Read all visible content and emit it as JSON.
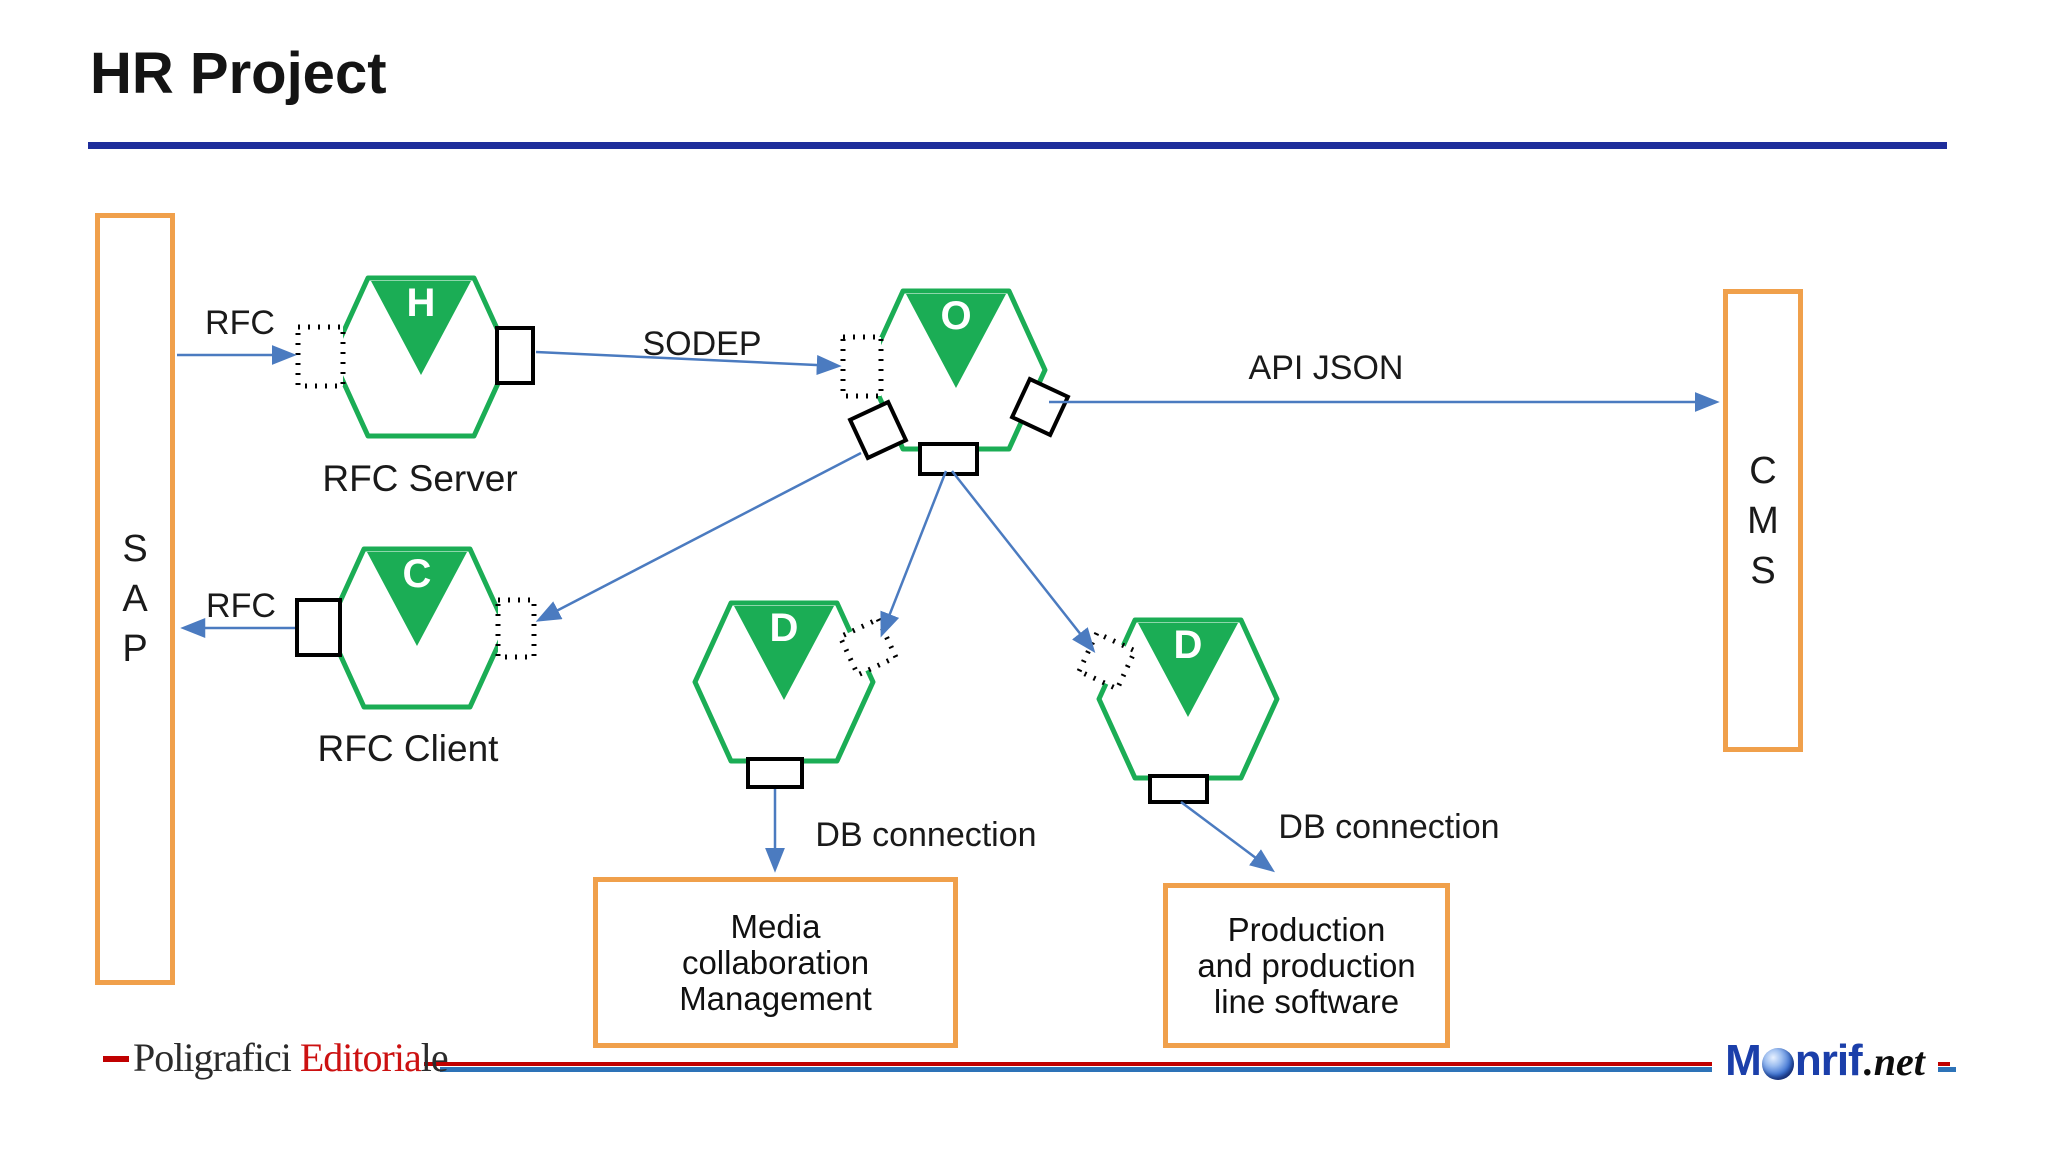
{
  "title": "HR Project",
  "systems": {
    "sap": {
      "letters": [
        "S",
        "A",
        "P"
      ]
    },
    "cms": {
      "letters": [
        "C",
        "M",
        "S"
      ]
    },
    "media_box": {
      "lines": [
        "Media",
        "collaboration",
        "Management"
      ]
    },
    "production_box": {
      "lines": [
        "Production",
        "and production",
        "line software"
      ]
    }
  },
  "hexagons": {
    "rfc_server": {
      "badge": "H",
      "label": "RFC Server"
    },
    "rfc_client": {
      "badge": "C",
      "label": "RFC Client"
    },
    "orchestrator": {
      "badge": "O"
    },
    "db_adapter_left": {
      "badge": "D"
    },
    "db_adapter_right": {
      "badge": "D"
    }
  },
  "connections": {
    "sap_to_rfc_server": "RFC",
    "rfc_server_to_orchestrator": "SODEP",
    "orchestrator_to_cms": "API JSON",
    "rfc_client_to_sap": "RFC",
    "db_left_to_media": "DB connection",
    "db_right_to_production": "DB connection"
  },
  "footer": {
    "brand_black": "Poligrafici",
    "brand_red": "Editoria",
    "brand_black2": "le",
    "monrif_m": "M",
    "monrif_rest": "nrif",
    "monrif_tld": ".net"
  },
  "colors": {
    "hexagon_green": "#1BAD55",
    "box_orange": "#F0A04B",
    "arrow_blue": "#4B7BC0",
    "title_rule_blue": "#1E2D9B",
    "brand_red": "#C00000",
    "footer_blue": "#2D73B8",
    "monrif_blue": "#1B3FAA"
  }
}
